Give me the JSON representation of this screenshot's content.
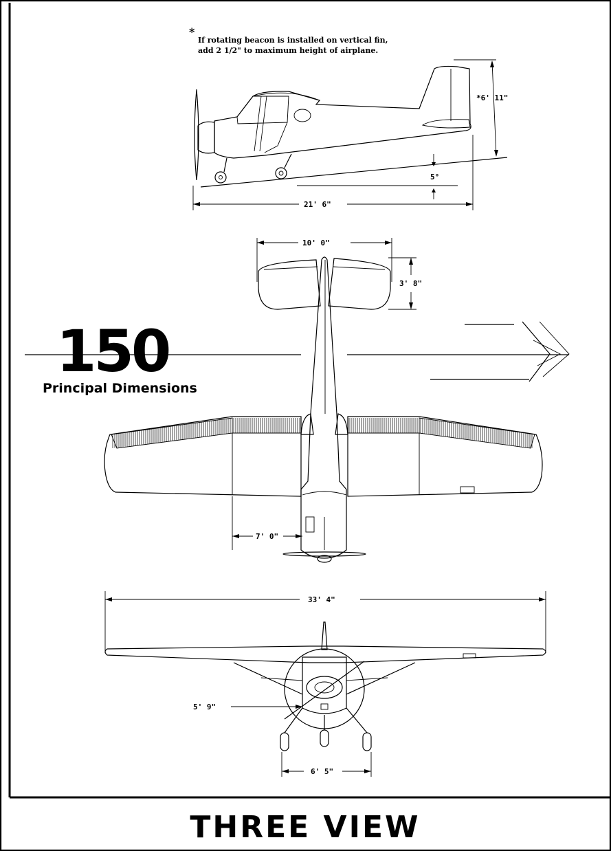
{
  "note": {
    "asterisk": "*",
    "line1": "If rotating beacon is installed on vertical fin,",
    "line2": "add 2 1/2\" to maximum height of airplane."
  },
  "side_view": {
    "height_label": "*6' 11\"",
    "angle_label": "5°",
    "length_label": "21' 6\""
  },
  "top_view": {
    "stabilizer_span_label": "10' 0\"",
    "stabilizer_chord_label": "3' 8\"",
    "wing_offset_label": "7' 0\""
  },
  "title_block": {
    "model": "150",
    "subtitle": "Principal Dimensions"
  },
  "front_view": {
    "wingspan_label": "33' 4\"",
    "prop_height_label": "5' 9\"",
    "gear_track_label": "6' 5\""
  },
  "footer": {
    "title": "THREE VIEW"
  }
}
